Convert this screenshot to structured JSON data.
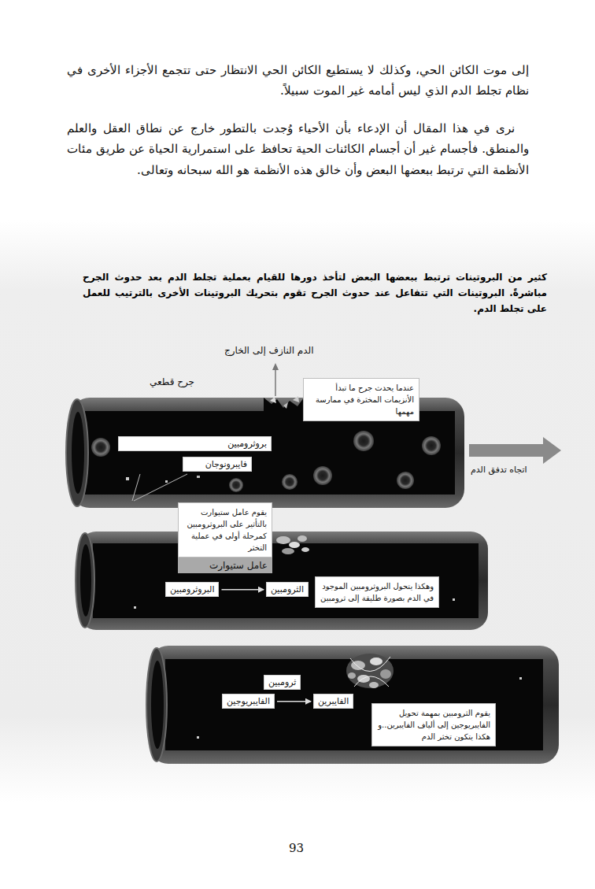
{
  "diagram": {
    "caption": "كثير من البروتينات ترتبط ببعضها البعض لتأخذ دورها للقيام بعملية تجلط الدم بعد حدوث الجرح مباشرةً. البروتينات التي تتفاعل عند حدوث الجرح تقوم بتحريك البروتينات الأخرى بالترتيب للعمل على تجلط الدم.",
    "nodes": [
      {
        "text": [
          "عندما يحدث جرح ما تبدأ الأنزيمات المخثرة في ممارسة مهمها"
        ]
      },
      {
        "text": [
          "بروثرومبين"
        ]
      },
      {
        "text": [
          "فايبرونوجان"
        ]
      },
      {
        "text": [
          "يقوم عامل ستيوارت بالتأثير على البروثرومبين كمرحلة أولى في عملية التخثر"
        ]
      },
      {
        "text": [
          "عامل ستيوارت"
        ]
      },
      {
        "text": [
          "البروثرومبين"
        ]
      },
      {
        "text": [
          "الثرومبين"
        ]
      },
      {
        "text": [
          "وهكذا يتحول البروثرومبين الموجود في الدم بصورة طليقة إلى ثرومبين"
        ]
      },
      {
        "text": [
          "ثرومبين"
        ]
      },
      {
        "text": [
          "الفايبريوجين"
        ]
      },
      {
        "text": [
          "الفايبرين"
        ]
      },
      {
        "text": [
          "يقوم الثرومبين بمهمة تحويل الفايبريوجين إلى ألياف الفايبرين..و هكذا يتكون تخثر الدم"
        ]
      }
    ],
    "edges": [
      {
        "from": 5,
        "to": 6,
        "arrow": "to"
      },
      {
        "from": 9,
        "to": 10,
        "arrow": "to"
      }
    ],
    "labels": [
      "إلى موت الكائن الحي، وكذلك لا يستطيع الكائن الحي الانتظار حتى تتجمع الأجزاء الأخرى في نظام تجلط الدم الذي ليس أمامه غير الموت سبيلاً.",
      "نرى في هذا المقال أن الإدعاء بأن الأحياء وُجدت بالتطور خارج عن نطاق العقل والعلم والمنطق. فأجسام غير أن أجسام الكائنات الحية تحافظ على استمرارية الحياة عن طريق مئات الأنظمة التي ترتبط ببعضها البعض وأن خالق هذه الأنظمة هو الله سبحانه وتعالى.",
      "الدم النازف إلى الخارج",
      "جرح قطعي",
      "اتجاه تدفق الدم",
      "93"
    ]
  }
}
